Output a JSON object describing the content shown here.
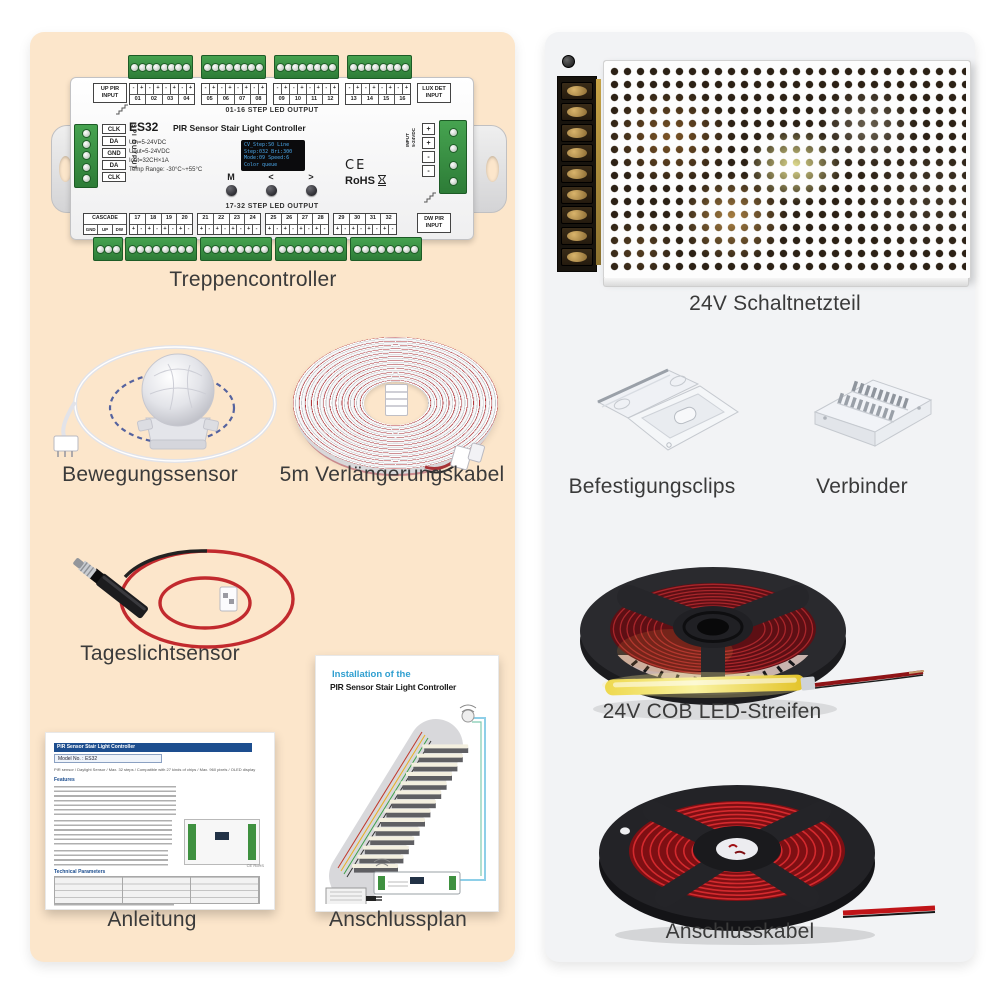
{
  "panels": {
    "left_bg": "#fce6cb",
    "right_bg": "#f2f3f5"
  },
  "products": {
    "controller": {
      "label": "Treppencontroller",
      "model": "ES32",
      "name": "PIR Sensor Stair Light Controller",
      "specs": [
        "Uin=5-24VDC",
        "Uout=5-24VDC",
        "Iout=32CH×1A",
        "Temp Range: -30°C~+55°C"
      ],
      "display_lines": [
        "CV_Step:S0 Line",
        "Step:032 Bri:300",
        "Mode:09 Speed:6",
        "Color queue"
      ],
      "buttons": [
        "M",
        "<",
        ">"
      ],
      "cert_ce": "CE",
      "cert_rohs": "RoHS",
      "output_label_top": "01-16 STEP LED OUTPUT",
      "output_label_bottom": "17-32 STEP LED OUTPUT",
      "port_up_pir": [
        "UP PIR",
        "INPUT"
      ],
      "port_lux_det": [
        "LUX DET",
        "INPUT"
      ],
      "port_dw_pir": [
        "DW PIR",
        "INPUT"
      ],
      "cascade_title": "CASCADE",
      "cascade_pins": [
        "GND",
        "UP",
        "DW"
      ],
      "spi_title": "SPI OUTPUT",
      "spi_pins": [
        "CLK",
        "DA",
        "GND",
        "DA",
        "CLK"
      ],
      "input_title": [
        "INPUT",
        "5-24VDC"
      ],
      "input_pins": [
        "+",
        "+",
        "-",
        "-"
      ],
      "channels_top": [
        "01",
        "02",
        "03",
        "04",
        "05",
        "06",
        "07",
        "08",
        "09",
        "10",
        "11",
        "12",
        "13",
        "14",
        "15",
        "16"
      ],
      "channels_bottom": [
        "17",
        "18",
        "19",
        "20",
        "21",
        "22",
        "23",
        "24",
        "25",
        "26",
        "27",
        "28",
        "29",
        "30",
        "31",
        "32"
      ],
      "polarity_top": [
        "-",
        "+"
      ],
      "polarity_bottom": [
        "+",
        "-"
      ]
    },
    "motion_sensor": {
      "label": "Bewegungssensor"
    },
    "extension_cable": {
      "label": "5m Verlängerungskabel"
    },
    "daylight_sensor": {
      "label": "Tageslichtsensor"
    },
    "manual": {
      "label": "Anleitung",
      "doc_title": "PIR Sensor Stair Light Controller",
      "doc_model": "Model No. : ES32",
      "doc_desc": "PIR sensor / Daylight Sensor / Max. 32 steps / Compatible with 27 kinds of chips / Max. 960 pixels / OLED display",
      "doc_features": "Features",
      "doc_tech": "Technical Parameters",
      "doc_marks": "CE RoHS"
    },
    "wiring_diagram": {
      "label": "Anschlussplan",
      "doc_subtitle": "Installation of the",
      "doc_title": "PIR Sensor Stair Light Controller"
    },
    "power_supply": {
      "label": "24V Schaltnetzteil"
    },
    "clips": {
      "label": "Befestigungsclips"
    },
    "connector": {
      "label": "Verbinder"
    },
    "led_strip": {
      "label": "24V COB LED-Streifen"
    },
    "cable": {
      "label": "Anschlusskabel"
    }
  }
}
